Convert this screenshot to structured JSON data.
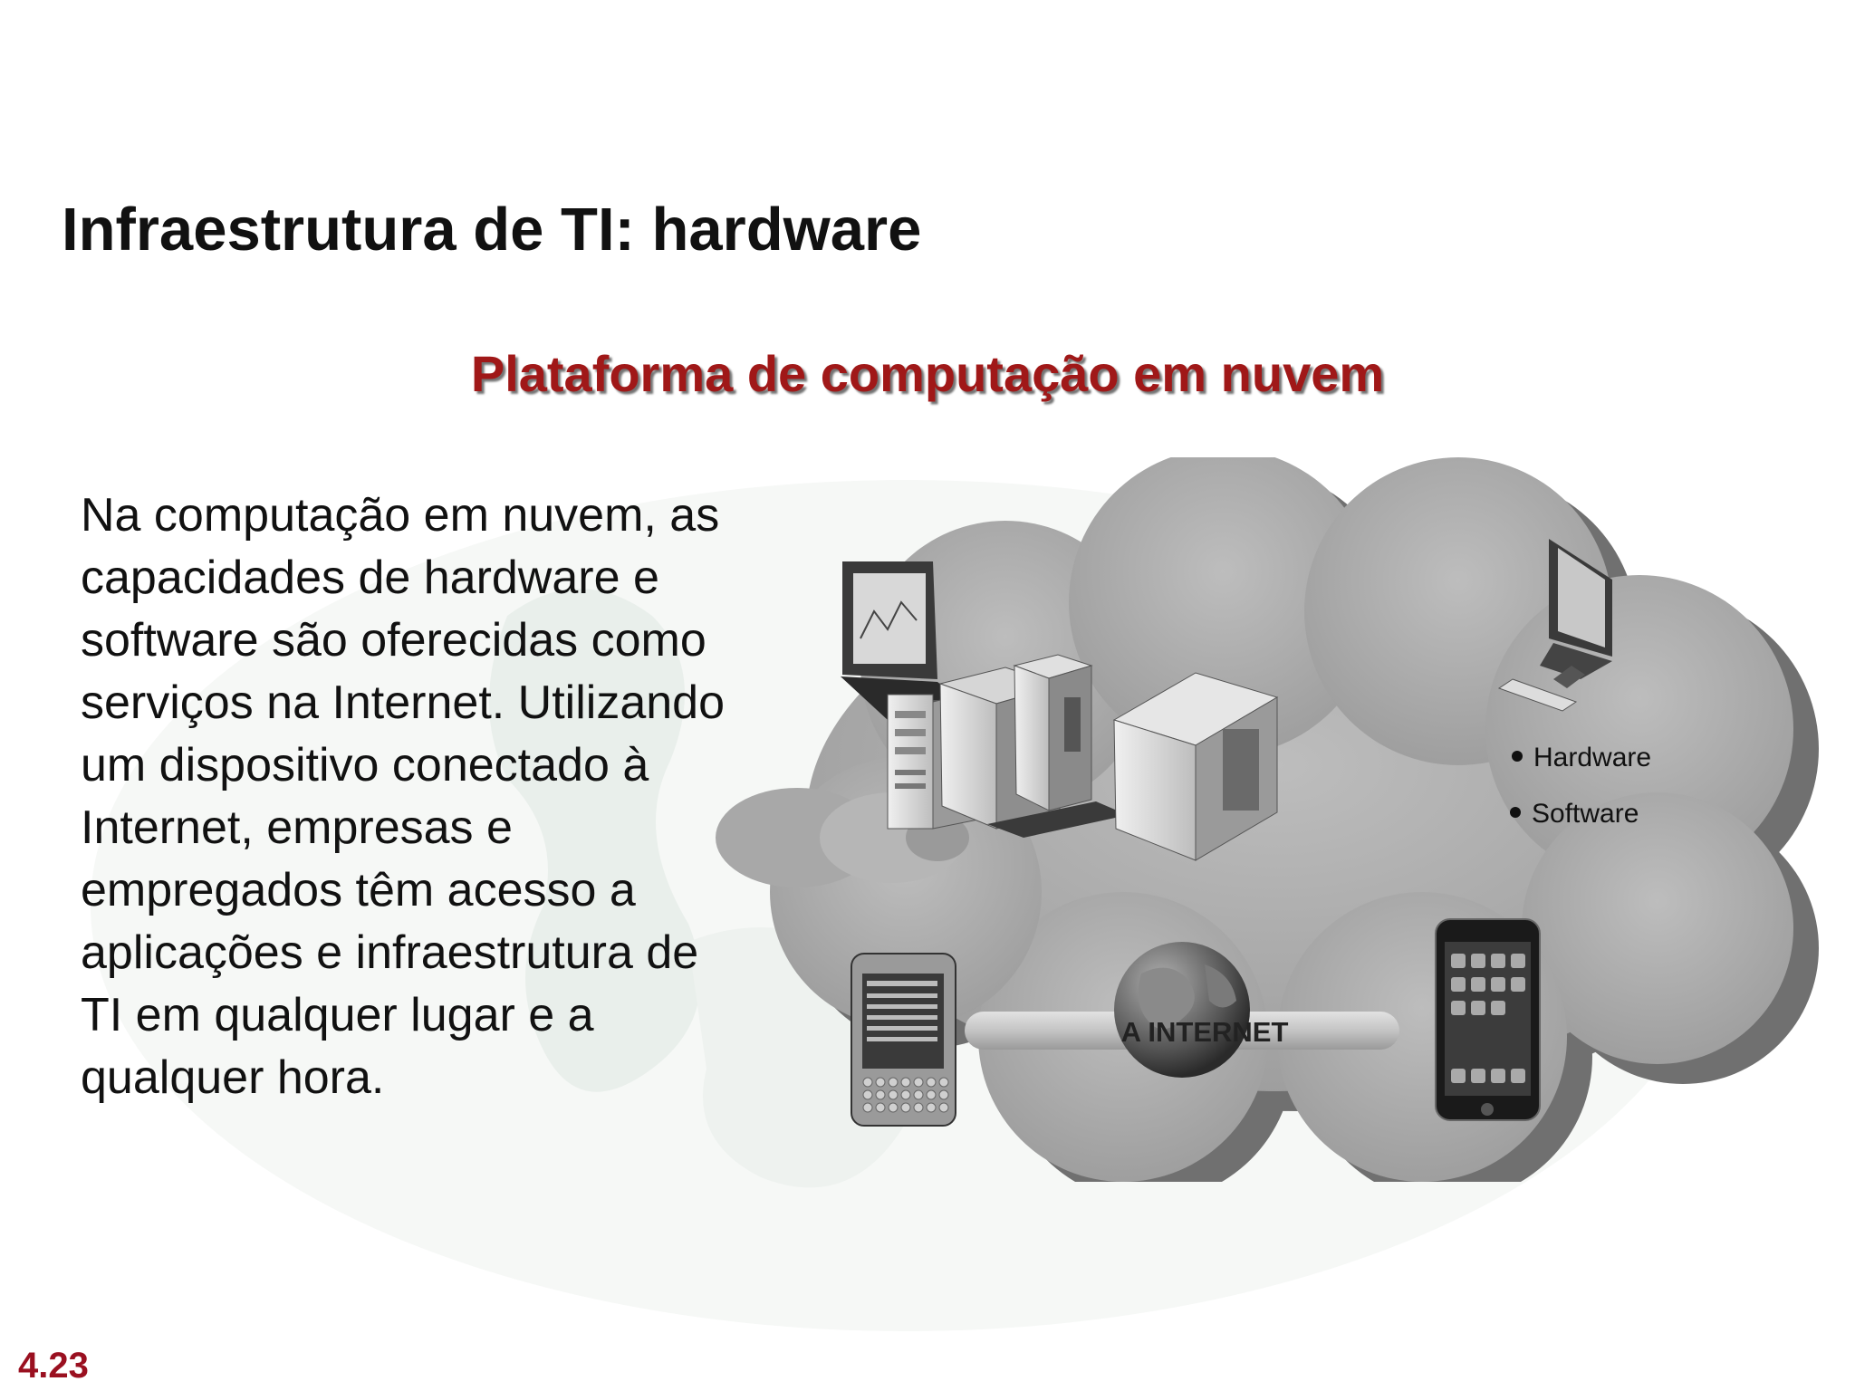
{
  "slide": {
    "title": "Infraestrutura de TI: hardware",
    "subtitle": "Plataforma de computação em nuvem",
    "body": "Na computação em nuvem, as capacidades de hardware e software são oferecidas como serviços na Internet. Utilizando um dispositivo conectado à Internet, empresas e empregados têm acesso a aplicações e infraestrutura de TI em qualquer lugar e a qualquer hora.",
    "page_number": "4.23"
  },
  "figure": {
    "bullets": [
      "Hardware",
      "Software"
    ],
    "internet_label": "A INTERNET",
    "icons": [
      "laptop-icon",
      "server-rack-icon",
      "desktop-computer-icon",
      "pda-icon",
      "smartphone-icon",
      "globe-icon",
      "cloud-icon"
    ]
  }
}
